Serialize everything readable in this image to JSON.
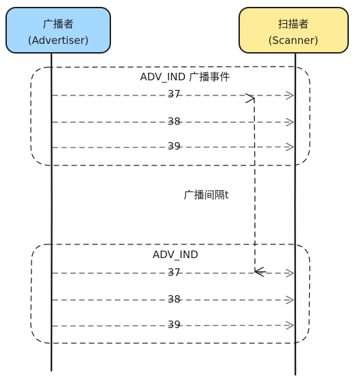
{
  "participants": {
    "advertiser": {
      "line1": "广播者",
      "line2": "(Advertiser)",
      "color": "#a5d8ff"
    },
    "scanner": {
      "line1": "扫描者",
      "line2": "(Scanner)",
      "color": "#ffec99"
    }
  },
  "groups": [
    {
      "title": "ADV_IND 广播事件",
      "messages": [
        "37",
        "38",
        "39"
      ]
    },
    {
      "title": "ADV_IND",
      "messages": [
        "37",
        "38",
        "39"
      ]
    }
  ],
  "interval_label": "广播间隔t"
}
